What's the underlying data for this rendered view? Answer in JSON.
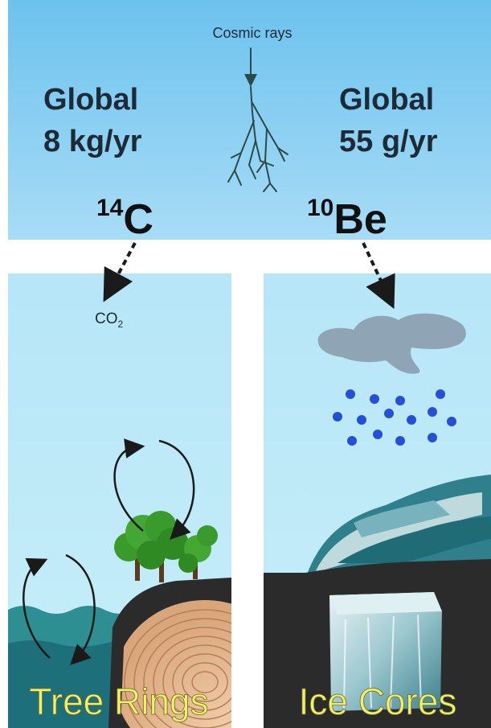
{
  "sky": {
    "cosmic_rays_label": "Cosmic rays",
    "left": {
      "line1": "Global",
      "line2": "8 kg/yr",
      "isotope_mass": "14",
      "isotope_symbol": "C"
    },
    "right": {
      "line1": "Global",
      "line2": "55 g/yr",
      "isotope_mass": "10",
      "isotope_symbol": "Be"
    }
  },
  "left_panel": {
    "molecule_main": "CO",
    "molecule_sub": "2",
    "caption": "Tree Rings"
  },
  "right_panel": {
    "caption": "Ice Cores"
  },
  "colors": {
    "sky_top": "#6fc3ee",
    "sky_bottom": "#a4dbf6",
    "panel_bg": "#bde9f8",
    "caption_yellow": "#f2ef6a",
    "ground_dark": "#2b2b2b",
    "water": "#2a8a8f",
    "tree_green": "#3d9a2e",
    "precip_blue": "#2450d8",
    "cloud": "#8fa4b5",
    "wood": "#e5bd96"
  }
}
